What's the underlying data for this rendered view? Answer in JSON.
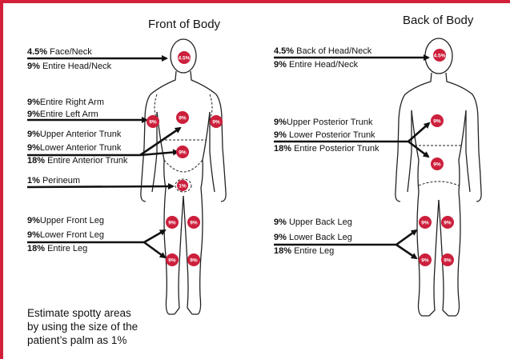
{
  "colors": {
    "accent": "#d3203a",
    "text": "#111111",
    "dot": "#cc1f3c"
  },
  "front": {
    "title_a": "Front of ",
    "title_b": "Body",
    "labels": [
      {
        "pct": "4.5%",
        "text": " Face/Neck"
      },
      {
        "pct": "9%",
        "text": " Entire Head/Neck"
      },
      {
        "pct": "9%",
        "text": "Entire Right Arm"
      },
      {
        "pct": "9%",
        "text": "Entire Left Arm"
      },
      {
        "pct": "9%",
        "text": "Upper Anterior Trunk"
      },
      {
        "pct": "9%",
        "text": "Lower Anterior Trunk"
      },
      {
        "pct": "18%",
        "text": " Entire Anterior Trunk"
      },
      {
        "pct": "1%",
        "text": " Perineum"
      },
      {
        "pct": "9%",
        "text": "Upper Front Leg"
      },
      {
        "pct": "9%",
        "text": "Lower Front Leg"
      },
      {
        "pct": "18%",
        "text": " Entire Leg"
      }
    ],
    "dots": [
      "4.5%",
      "9%",
      "9%",
      "9%",
      "9%",
      "1%",
      "9%",
      "9%",
      "9%",
      "9%"
    ]
  },
  "back": {
    "title_a": "Back of ",
    "title_b": "Body",
    "labels": [
      {
        "pct": "4.5%",
        "text": " Back of Head/Neck"
      },
      {
        "pct": "9%",
        "text": " Entire Head/Neck"
      },
      {
        "pct": "9%",
        "text": "Upper Posterior Trunk"
      },
      {
        "pct": "9%",
        "text": " Lower Posterior Trunk"
      },
      {
        "pct": "18%",
        "text": " Entire Posterior Trunk"
      },
      {
        "pct": "9%",
        "text": " Upper Back Leg"
      },
      {
        "pct": "9%",
        "text": " Lower Back Leg"
      },
      {
        "pct": "18%",
        "text": " Entire Leg"
      }
    ],
    "dots": [
      "4.5%",
      "9%",
      "9%",
      "9%",
      "9%",
      "9%",
      "9%"
    ]
  },
  "note": {
    "line1": "Estimate spotty areas",
    "line2": "by using the size of the",
    "line3a": "patient’s palm",
    "line3b": " as 1%"
  }
}
